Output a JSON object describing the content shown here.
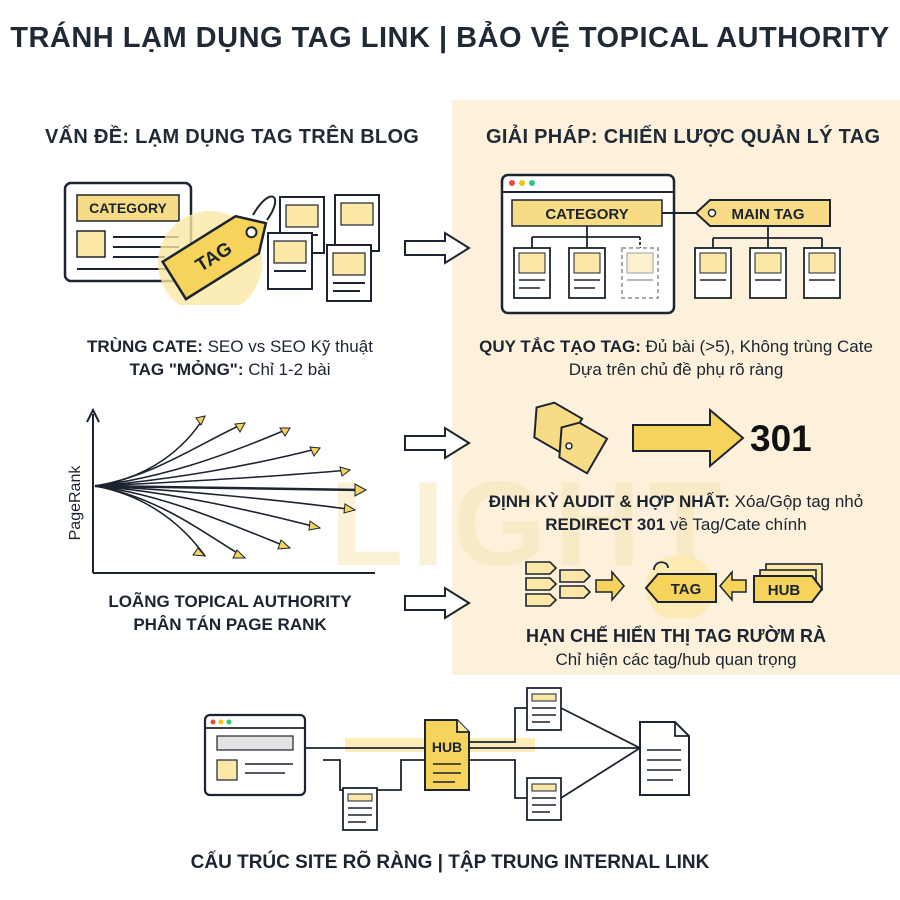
{
  "title": "TRÁNH LẠM DỤNG TAG LINK | BẢO VỆ TOPICAL AUTHORITY",
  "watermark": "LIGHT",
  "colors": {
    "accent": "#f6d35b",
    "accent_light": "#fbe8a6",
    "panel_bg": "#fdf1dc",
    "ink": "#1b2430"
  },
  "problem": {
    "heading": "VẤN ĐỀ: LẠM DỤNG TAG TRÊN BLOG",
    "illustration": {
      "category_label": "CATEGORY",
      "tag_label": "TAG"
    },
    "caption1_bold": "TRÙNG CATE:",
    "caption1_text": " SEO vs SEO Kỹ thuật",
    "caption2_bold": "TAG \"MỎNG\":",
    "caption2_text": " Chỉ 1-2 bài",
    "pagerank_axis_label": "PageRank",
    "caption3_line1": "LOÃNG TOPICAL AUTHORITY",
    "caption3_line2": "PHÂN TÁN PAGE RANK"
  },
  "solution": {
    "heading": "GIẢI PHÁP: CHIẾN LƯỢC QUẢN LÝ TAG",
    "illustration": {
      "category_label": "CATEGORY",
      "main_tag_label": "MAIN TAG"
    },
    "caption1_bold": "QUY TẮC TẠO TAG:",
    "caption1_text": " Đủ bài (>5), Không trùng Cate",
    "caption1_line2": "Dựa trên chủ đề phụ rõ ràng",
    "redirect_code": "301",
    "caption2_bold": "ĐỊNH KỲ AUDIT & HỢP NHẤT:",
    "caption2_text": " Xóa/Gộp tag nhỏ",
    "caption2_line2_bold": "REDIRECT 301",
    "caption2_line2_text": " về Tag/Cate chính",
    "tag_label": "TAG",
    "hub_label": "HUB",
    "caption3_bold": "HẠN CHẾ HIỂN THỊ TAG RƯỜM RÀ",
    "caption3_line2": "Chỉ hiện các tag/hub quan trọng"
  },
  "structure": {
    "hub_label": "HUB",
    "caption": "CẤU TRÚC SITE RÕ RÀNG | TẬP TRUNG INTERNAL LINK"
  }
}
